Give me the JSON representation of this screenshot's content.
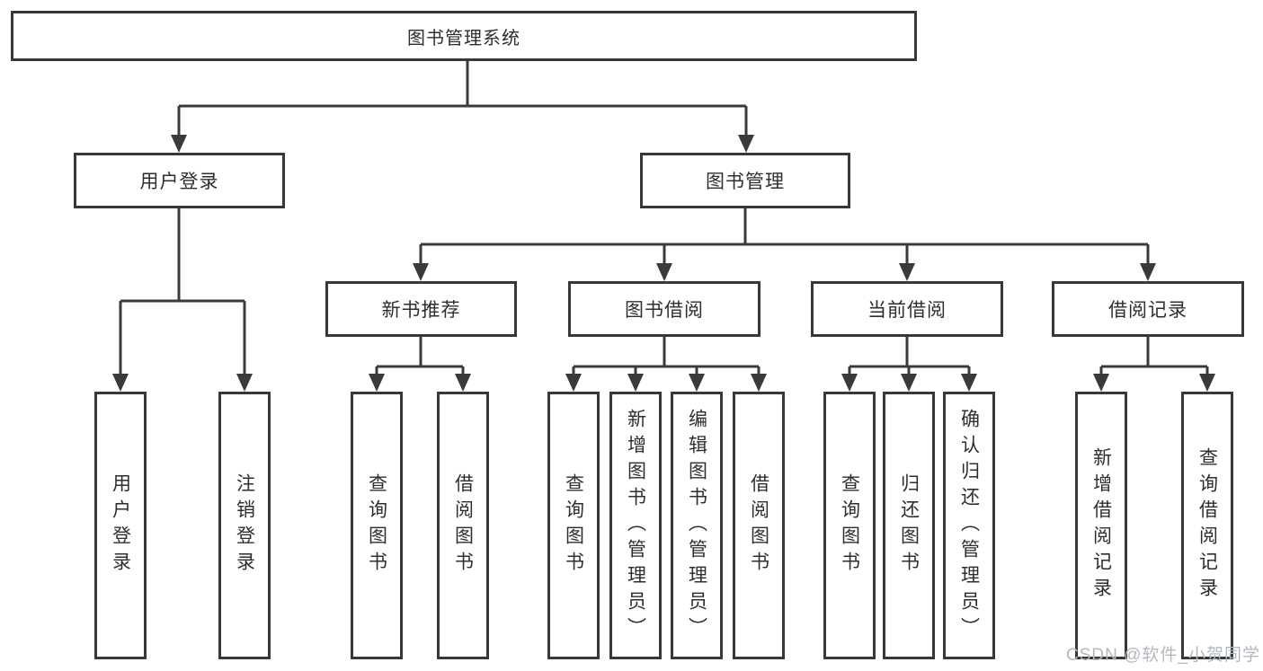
{
  "diagram": {
    "root": "图书管理系统",
    "nodes": {
      "user_login": {
        "label": "用户登录",
        "children": [
          "用户登录",
          "注销登录"
        ]
      },
      "book_management": {
        "label": "图书管理"
      },
      "new_book": {
        "label": "新书推荐",
        "children": [
          "查询图书",
          "借阅图书"
        ]
      },
      "book_borrow": {
        "label": "图书借阅",
        "children": [
          "查询图书",
          "新增图书（管理员）",
          "编辑图书（管理员）",
          "借阅图书"
        ]
      },
      "current_borrow": {
        "label": "当前借阅",
        "children": [
          "查询图书",
          "归还图书",
          "确认归还（管理员）"
        ]
      },
      "borrow_record": {
        "label": "借阅记录",
        "children": [
          "新增借阅记录",
          "查询借阅记录"
        ]
      }
    },
    "watermark": "CSDN @软件_小贺同学",
    "colors": {
      "line": "#3a3a3a",
      "border": "#383838",
      "text": "#2e2e2e",
      "background": "#ffffff",
      "watermark": "#b3b8bd"
    }
  }
}
